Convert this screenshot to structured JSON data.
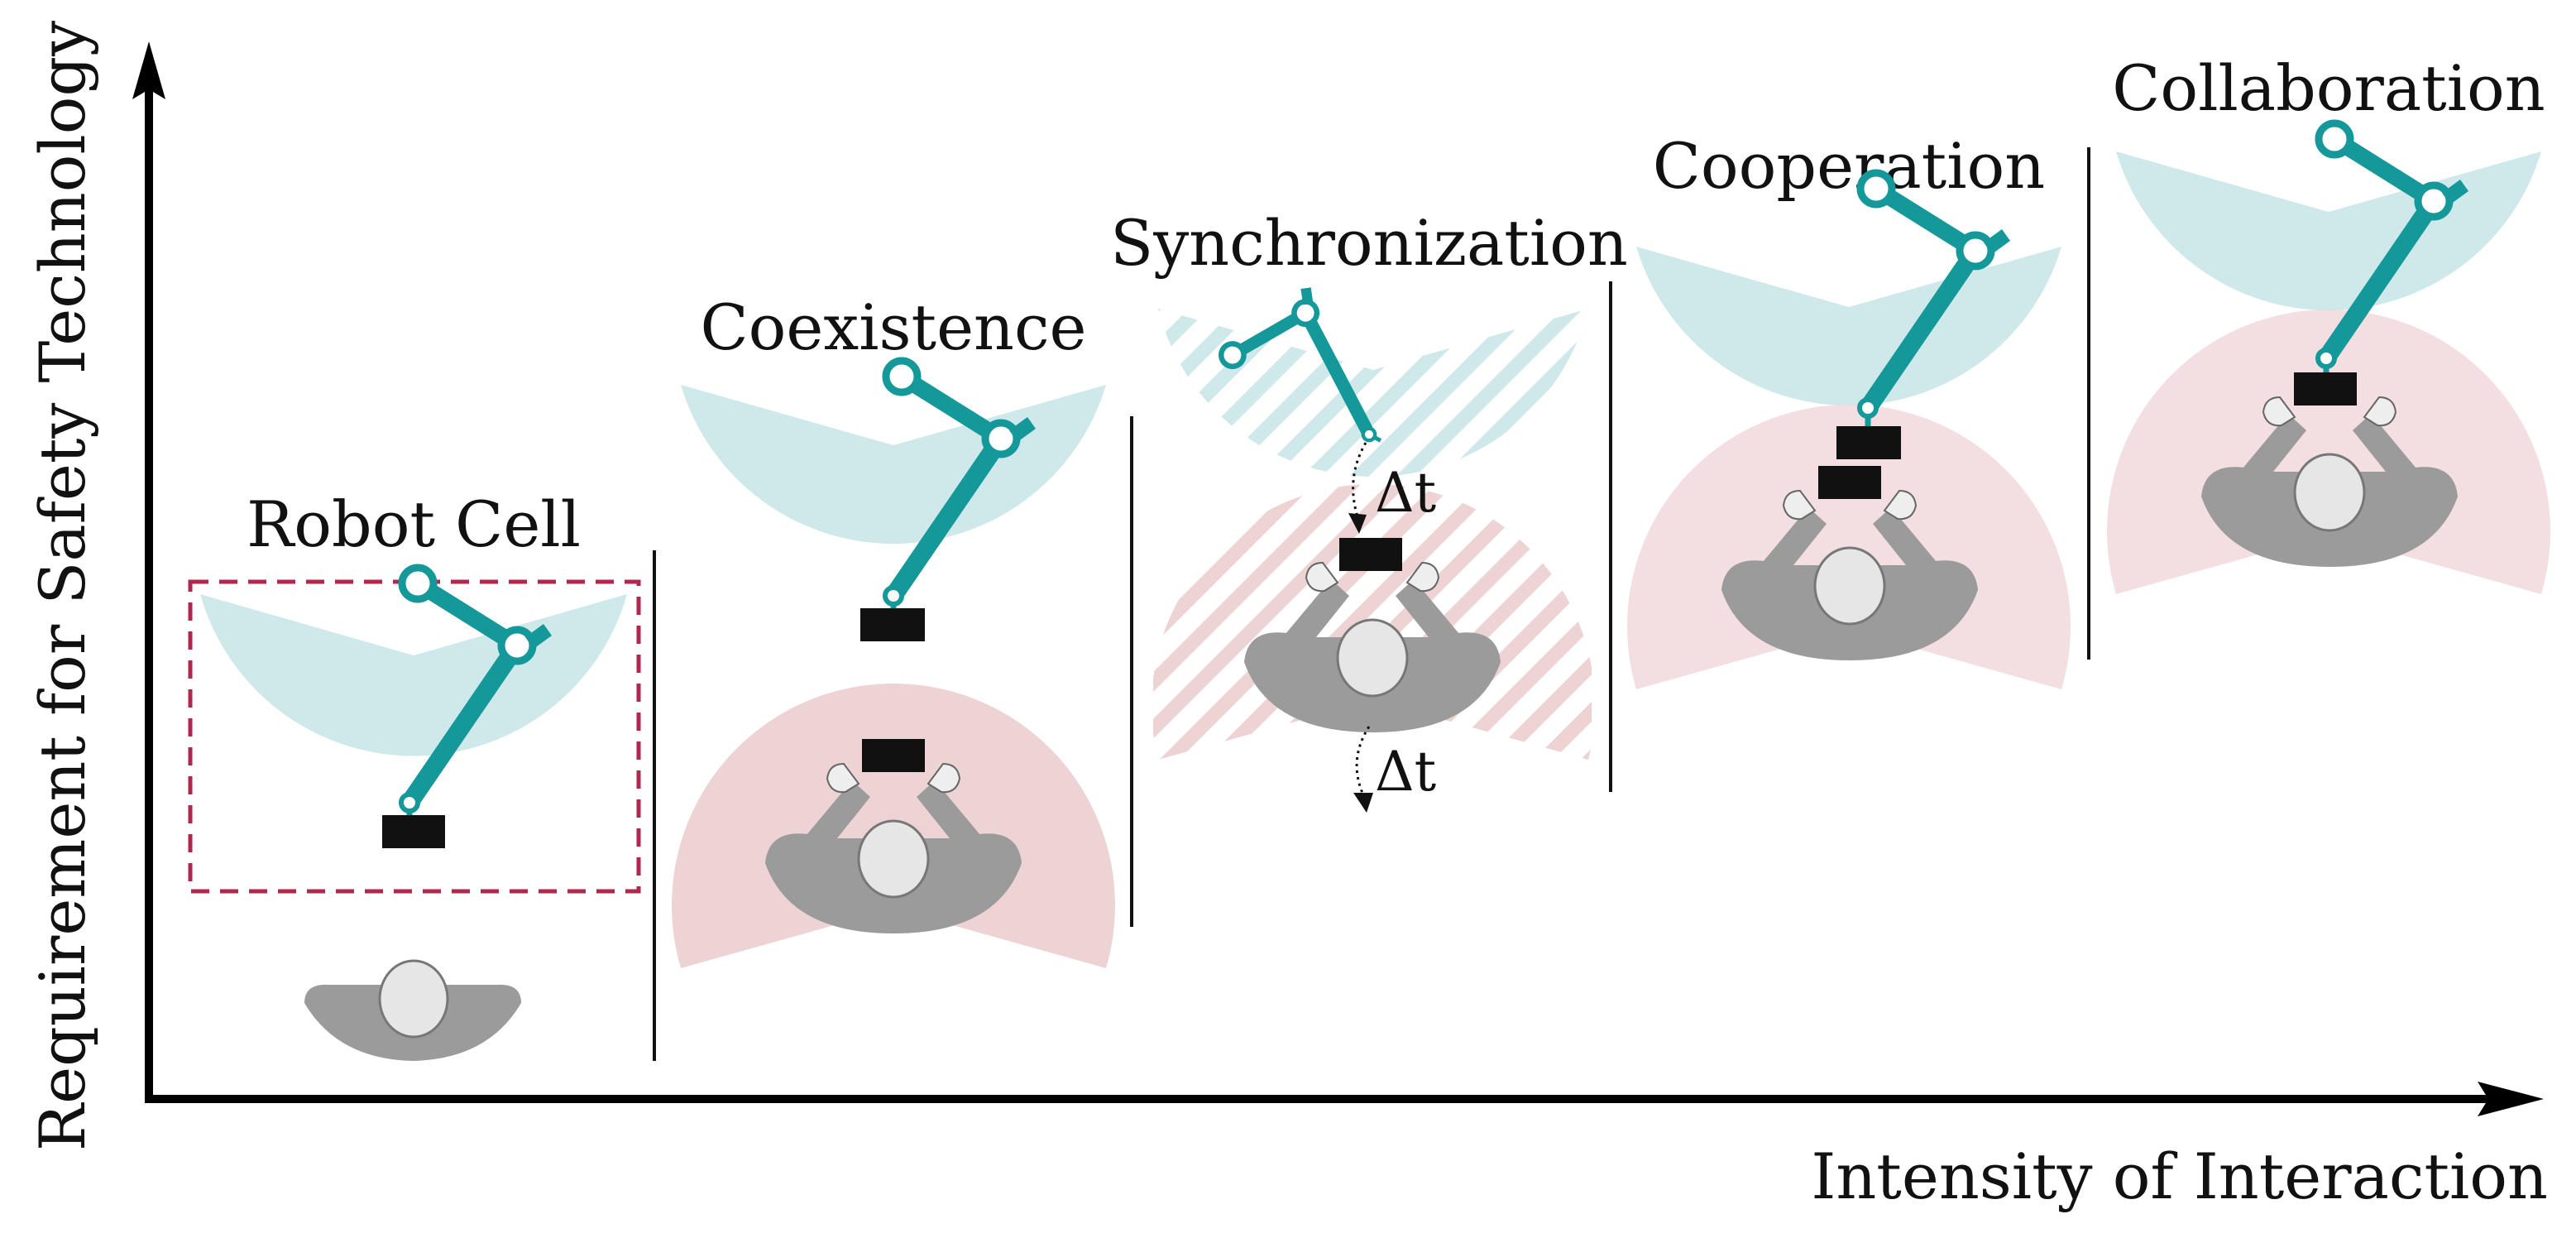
{
  "axes": {
    "x_label": "Intensity of Interaction",
    "y_label": "Requirement for Safety Technology"
  },
  "stages": [
    {
      "id": "robot-cell",
      "title": "Robot Cell"
    },
    {
      "id": "coexistence",
      "title": "Coexistence"
    },
    {
      "id": "synchronization",
      "title": "Synchronization",
      "delta_labels": [
        "Δt",
        "Δt"
      ]
    },
    {
      "id": "cooperation",
      "title": "Cooperation"
    },
    {
      "id": "collaboration",
      "title": "Collaboration"
    }
  ],
  "colors": {
    "robot_zone": "#cfe8ea",
    "human_zone": "#eed3d5",
    "robot_arm": "#14989a",
    "human_body": "#9b9b9b",
    "human_head": "#e6e6e6",
    "workpiece": "#111111",
    "cell_fence": "#b0284e",
    "axis": "#000000"
  },
  "icons": {
    "robot": "robot-arm-icon",
    "human": "worker-top-view-icon",
    "workpiece": "workpiece-icon",
    "fence": "safety-fence-icon"
  }
}
